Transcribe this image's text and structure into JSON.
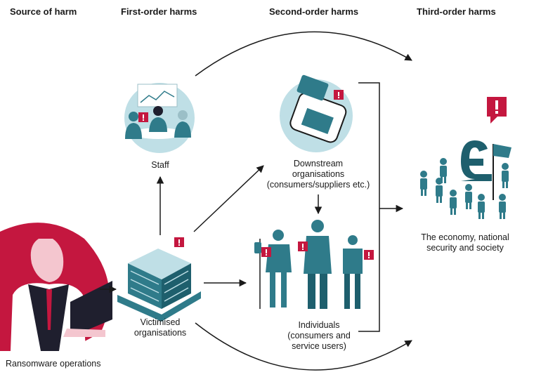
{
  "headers": {
    "source": "Source of harm",
    "first": "First-order harms",
    "second": "Second-order harms",
    "third": "Third-order harms"
  },
  "nodes": {
    "ransomware": "Ransomware operations",
    "victimised": "Victimised\norganisations",
    "staff": "Staff",
    "downstream": "Downstream\norganisations\n(consumers/suppliers etc.)",
    "individuals": "Individuals\n(consumers and\nservice users)",
    "economy": "The economy, national\nsecurity and society"
  },
  "icons": {
    "alert": "exclamation-icon",
    "pound": "pound-sign-icon",
    "flag": "flag-icon",
    "card": "card-reader-icon"
  },
  "colors": {
    "teal": "#2f7b8a",
    "light_teal": "#bfdfe6",
    "crimson": "#c4173f",
    "text": "#1a1a1a"
  }
}
